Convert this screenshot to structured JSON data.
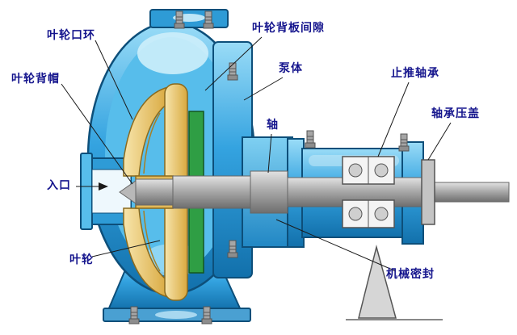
{
  "diagram": {
    "type": "centrifugal-pump-cross-section",
    "labels": {
      "impeller_wear_ring": "叶轮口环",
      "impeller_back_cap": "叶轮背帽",
      "inlet": "入口",
      "impeller": "叶轮",
      "impeller_back_plate_clearance": "叶轮背板间隙",
      "pump_body": "泵体",
      "shaft": "轴",
      "thrust_bearing": "止推轴承",
      "bearing_gland": "轴承压盖",
      "mechanical_seal": "机械密封"
    },
    "colors": {
      "casing_blue": "#2e9bd6",
      "casing_outline": "#0d4f7a",
      "impeller_yellow": "#e8c06a",
      "seal_green": "#2f9e44",
      "shaft_gray": "#a8a8a8",
      "label_text": "#15158d",
      "background": "#ffffff"
    }
  }
}
